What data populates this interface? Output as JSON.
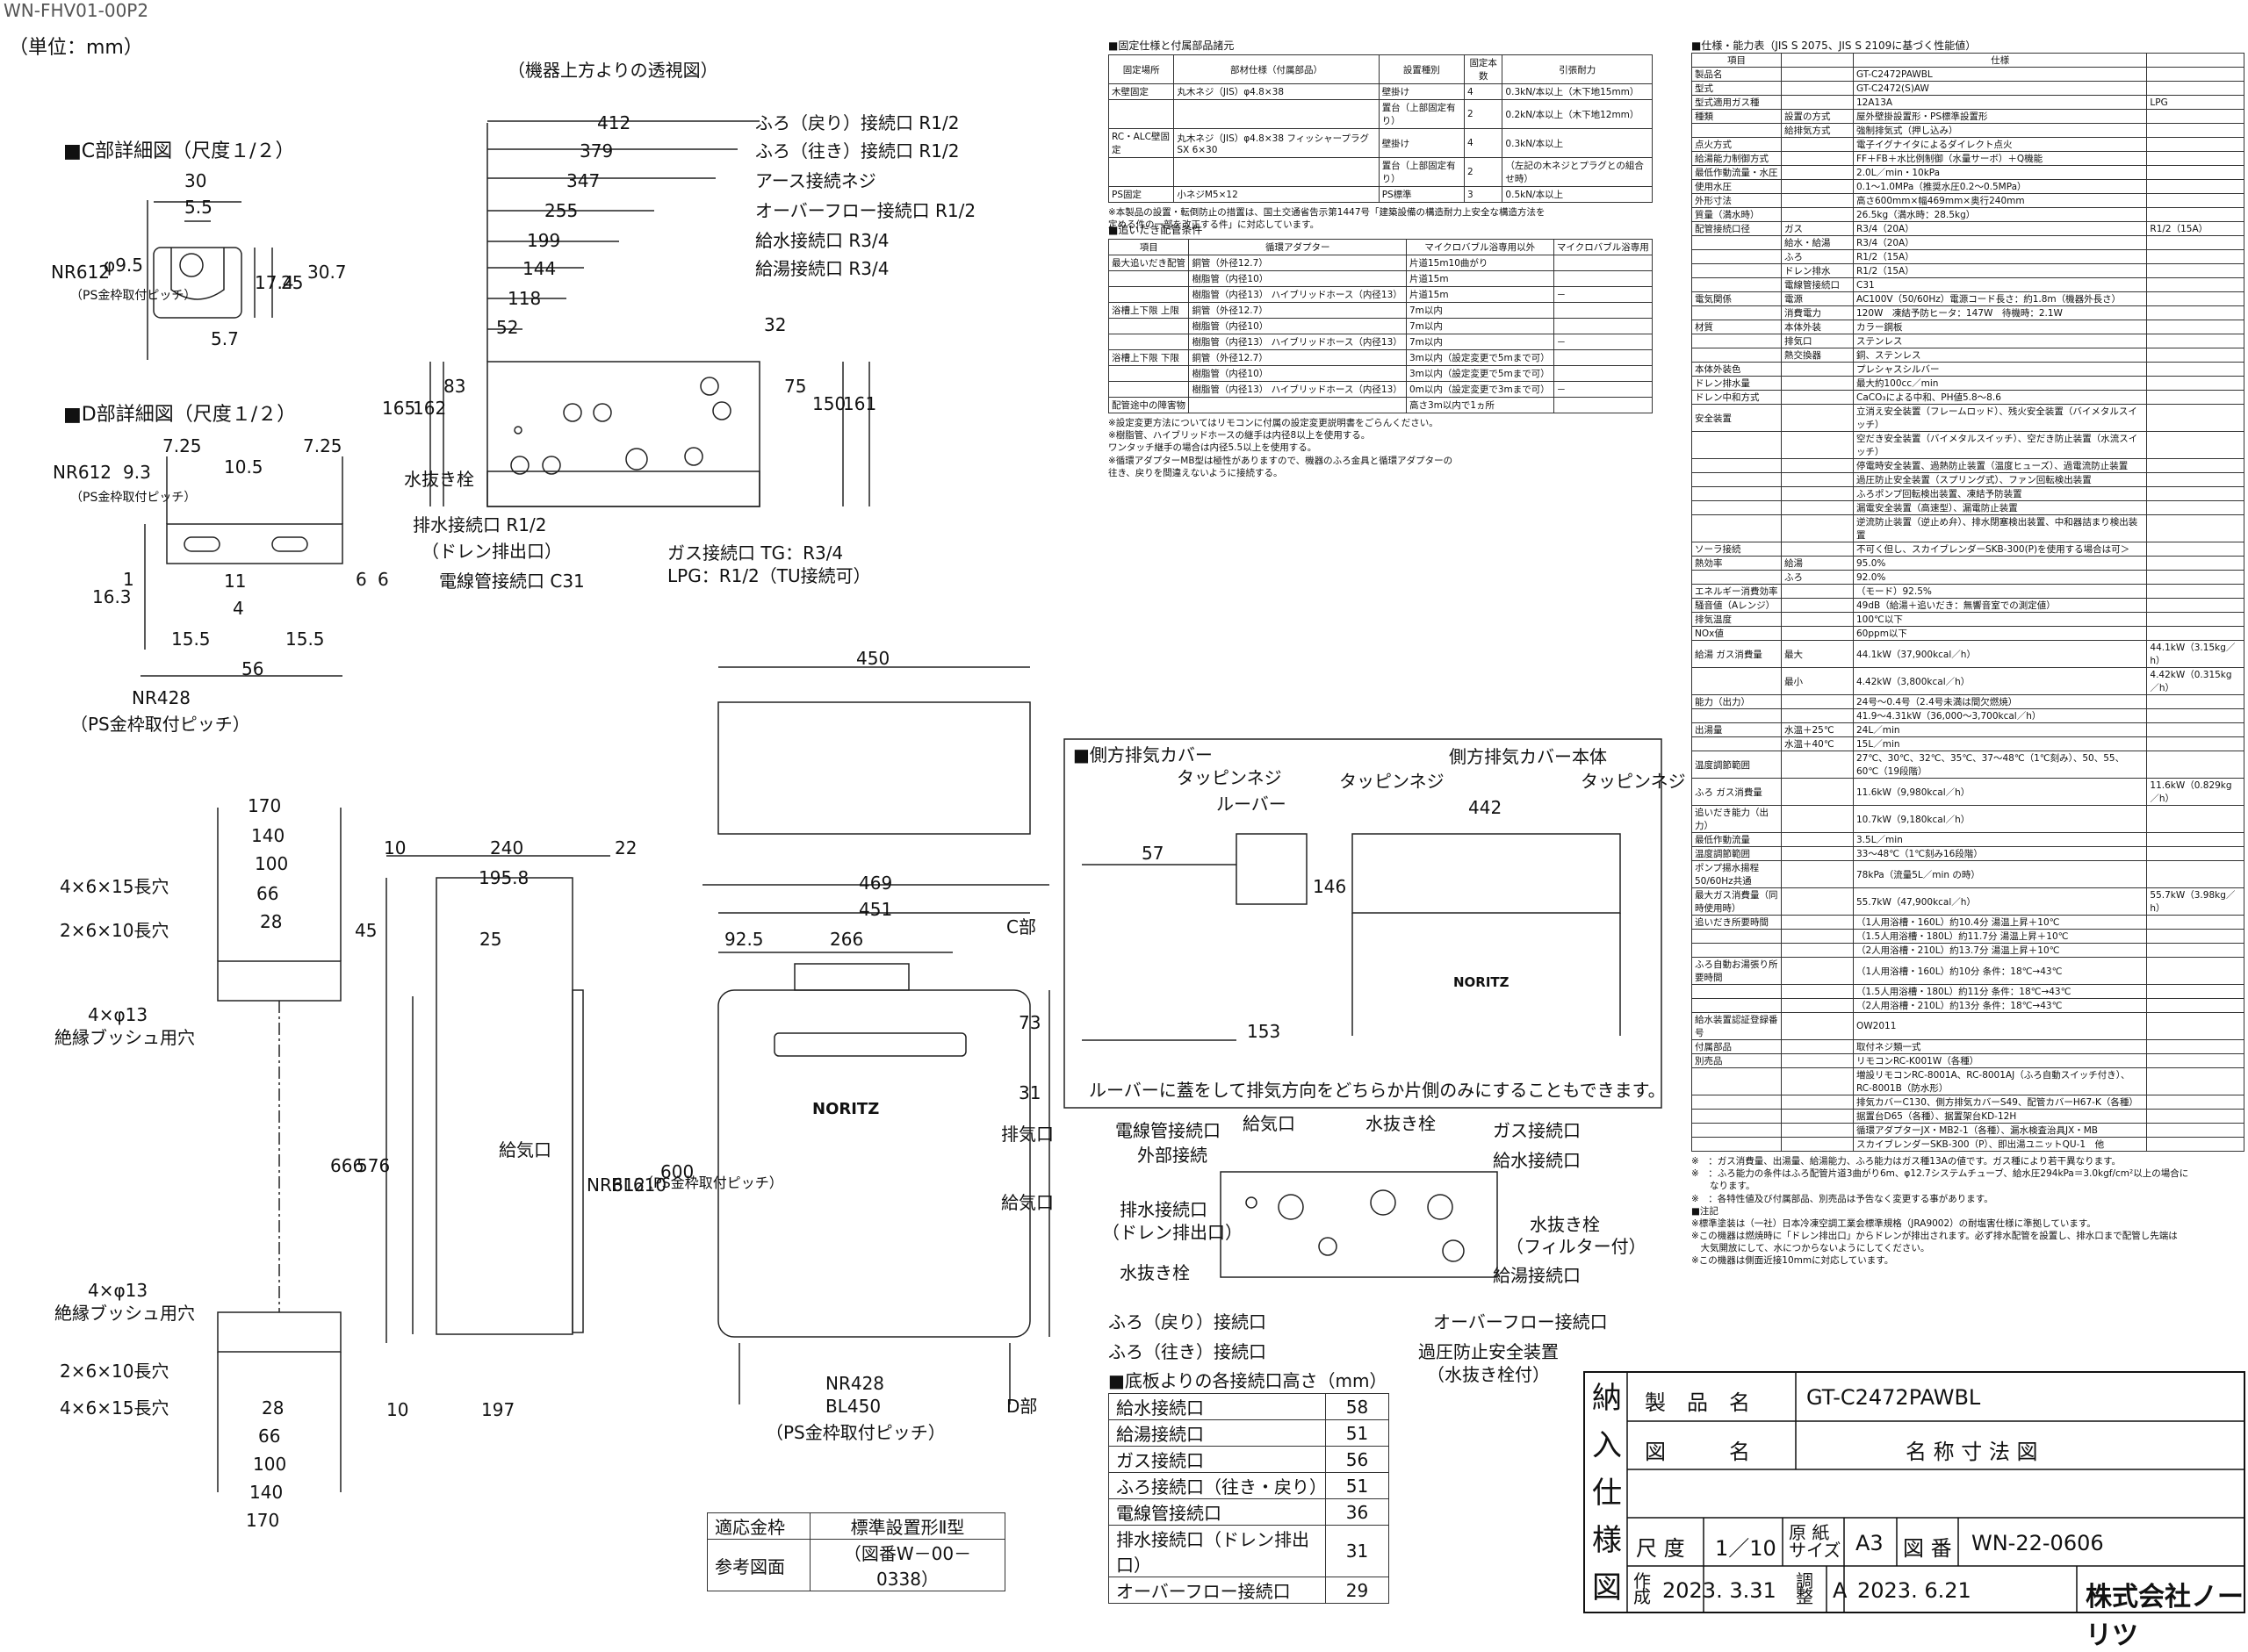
{
  "doc_id": "WN-FHV01-00P2",
  "unit_note": "（単位：mm）",
  "top_view_title": "（機器上方よりの透視図）",
  "detail_c": {
    "title": "■C部詳細図（尺度１/２）",
    "dims": [
      "30",
      "5.5",
      "φ9.5",
      "17.4",
      "25",
      "30.7",
      "5.7"
    ],
    "pitch": "NR612",
    "pitch_note": "（PS金枠取付ピッチ）"
  },
  "detail_d": {
    "title": "■D部詳細図（尺度１/２）",
    "dims": [
      "7.25",
      "7.25",
      "10.5",
      "9.3",
      "1",
      "11",
      "4",
      "16.3",
      "6",
      "6",
      "15.5",
      "15.5",
      "56"
    ],
    "pitch_side": "NR612",
    "pitch_side_note": "（PS金枠取付ピッチ）",
    "pitch_bottom": "NR428",
    "pitch_bottom_note": "（PS金枠取付ピッチ）"
  },
  "top_dims": [
    "412",
    "379",
    "347",
    "255",
    "199",
    "144",
    "118",
    "52",
    "165",
    "162",
    "83",
    "32",
    "75",
    "150",
    "161"
  ],
  "top_labels": [
    "ふろ（戻り）接続口 R1/2",
    "ふろ（往き）接続口 R1/2",
    "アース接続ネジ",
    "オーバーフロー接続口 R1/2",
    "給水接続口 R3/4",
    "給湯接続口 R3/4",
    "水抜き栓",
    "排水接続口 R1/2",
    "（ドレン排出口）",
    "電線管接続口 C31",
    "ガス接続口 TG：R3/4",
    "LPG：R1/2（TU接続可）"
  ],
  "bracket_labels": [
    "170",
    "140",
    "100",
    "66",
    "28",
    "4×6×15長穴",
    "2×6×10長穴",
    "4×φ13",
    "絶縁ブッシュ用穴",
    "4×φ13",
    "絶縁ブッシュ用穴",
    "2×6×10長穴",
    "4×6×15長穴",
    "28",
    "66",
    "100",
    "140",
    "170"
  ],
  "side_dims": [
    "10",
    "240",
    "22",
    "195.8",
    "45",
    "25",
    "666",
    "576",
    "10",
    "197",
    "給気口"
  ],
  "front_dims": [
    "450",
    "469",
    "451",
    "92.5",
    "266",
    "C部",
    "73",
    "31",
    "排気口",
    "給気口",
    "600",
    "NR612",
    "BL610",
    "（PS金枠取付ピッチ）",
    "NR428",
    "BL450",
    "（PS金枠取付ピッチ）",
    "D部"
  ],
  "brand": "NORITZ",
  "fixing_table": {
    "title": "■固定仕様と付属部品諸元",
    "headers": [
      "固定場所",
      "部材仕様（付属部品）",
      "設置種別",
      "固定本数",
      "引張耐力"
    ],
    "rows": [
      [
        "木壁固定",
        "丸木ネジ（JIS）φ4.8×38",
        "壁掛け",
        "4",
        "0.3kN/本以上（木下地15mm）"
      ],
      [
        "",
        "",
        "置台（上部固定有り）",
        "2",
        "0.2kN/本以上（木下地12mm）"
      ],
      [
        "RC・ALC壁固定",
        "丸木ネジ（JIS）φ4.8×38 フィッシャープラグSX 6×30",
        "壁掛け",
        "4",
        "0.3kN/本以上"
      ],
      [
        "",
        "",
        "置台（上部固定有り）",
        "2",
        "（左記の木ネジとプラグとの組合せ時）"
      ],
      [
        "PS固定",
        "小ネジM5×12",
        "PS標準",
        "3",
        "0.5kN/本以上"
      ]
    ],
    "notes": [
      "※本製品の設置・転倒防止の措置は、国土交通省告示第1447号「建築設備の構造耐力上安全な構造方法を",
      "定める件の一部を改正する件」に対応しています。"
    ]
  },
  "piping_table": {
    "title": "■追いだき配管条件",
    "headers": [
      "項目",
      "循環アダプター",
      "マイクロバブル浴専用以外",
      "マイクロバブル浴専用"
    ],
    "rows": [
      [
        "最大追いだき配管",
        "銅管（外径12.7）",
        "片道15m10曲がり",
        ""
      ],
      [
        "",
        "樹脂管（内径10）",
        "片道15m",
        ""
      ],
      [
        "",
        "樹脂管（内径13） ハイブリッドホース（内径13）",
        "片道15m",
        "－"
      ],
      [
        "浴槽上下限 上限",
        "銅管（外径12.7）",
        "7m以内",
        ""
      ],
      [
        "",
        "樹脂管（内径10）",
        "7m以内",
        ""
      ],
      [
        "",
        "樹脂管（内径13） ハイブリッドホース（内径13）",
        "7m以内",
        "－"
      ],
      [
        "浴槽上下限 下限",
        "銅管（外径12.7）",
        "3m以内（設定変更で5mまで可）",
        ""
      ],
      [
        "",
        "樹脂管（内径10）",
        "3m以内（設定変更で5mまで可）",
        ""
      ],
      [
        "",
        "樹脂管（内径13） ハイブリッドホース（内径13）",
        "0m以内（設定変更で3mまで可）",
        "－"
      ],
      [
        "配管途中の障害物",
        "",
        "高さ3m以内で1ヵ所",
        ""
      ]
    ],
    "notes": [
      "※設定変更方法についてはリモコンに付属の設定変更説明書をごらんください。",
      "※樹脂管、ハイブリッドホースの継手は内径8以上を使用する。",
      "ワンタッチ継手の場合は内径5.5以上を使用する。",
      "※循環アダプターMB型は極性がありますので、機器のふろ金具と循環アダプターの",
      "往き、戻りを間違えないように接続する。"
    ]
  },
  "cover": {
    "title": "■側方排気カバー",
    "labels": [
      "タッピンネジ",
      "ルーバー",
      "側方排気カバー本体",
      "タッピンネジ",
      "タッピンネジ",
      "442",
      "57",
      "146",
      "153"
    ],
    "note": "ルーバーに蓋をして排気方向をどちらか片側のみにすることもできます。"
  },
  "bottom_labels": [
    "電線管接続口",
    "外部接続",
    "給気口",
    "水抜き栓",
    "ガス接続口",
    "給水接続口",
    "排水接続口",
    "（ドレン排出口）",
    "水抜き栓",
    "水抜き栓",
    "（フィルター付）",
    "給湯接続口",
    "ふろ（戻り）接続口",
    "ふろ（往き）接続口",
    "オーバーフロー接続口",
    "過圧防止安全装置",
    "（水抜き栓付）"
  ],
  "height_table": {
    "title": "■底板よりの各接続口高さ（mm）",
    "rows": [
      [
        "給水接続口",
        "58"
      ],
      [
        "給湯接続口",
        "51"
      ],
      [
        "ガス接続口",
        "56"
      ],
      [
        "ふろ接続口（往き・戻り）",
        "51"
      ],
      [
        "電線管接続口",
        "36"
      ],
      [
        "排水接続口（ドレン排出口）",
        "31"
      ],
      [
        "オーバーフロー接続口",
        "29"
      ]
    ]
  },
  "standard_box": {
    "rows": [
      [
        "適応金枠",
        "標準設置形Ⅱ型"
      ],
      [
        "参考図面",
        "（図番W－00－0338）"
      ]
    ]
  },
  "spec": {
    "title": "■仕様・能力表（JIS S 2075、JIS S 2109に基づく性能値）",
    "rows": [
      [
        "項目",
        "",
        "仕様",
        ""
      ],
      [
        "製品名",
        "",
        "GT-C2472PAWBL",
        ""
      ],
      [
        "型式",
        "",
        "GT-C2472(S)AW",
        ""
      ],
      [
        "型式適用ガス種",
        "",
        "12A13A",
        "LPG"
      ],
      [
        "種類",
        "設置の方式",
        "屋外壁掛設置形・PS標準設置形",
        ""
      ],
      [
        "",
        "給排気方式",
        "強制排気式（押し込み）",
        ""
      ],
      [
        "点火方式",
        "",
        "電子イグナイタによるダイレクト点火",
        ""
      ],
      [
        "給湯能力制御方式",
        "",
        "FF＋FB＋水比例制御（水量サーボ）＋Q機能",
        ""
      ],
      [
        "最低作動流量・水圧",
        "",
        "2.0L／min・10kPa",
        ""
      ],
      [
        "使用水圧",
        "",
        "0.1～1.0MPa（推奨水圧0.2～0.5MPa）",
        ""
      ],
      [
        "外形寸法",
        "",
        "高さ600mm×幅469mm×奥行240mm",
        ""
      ],
      [
        "質量（満水時）",
        "",
        "26.5kg（満水時：28.5kg）",
        ""
      ],
      [
        "配管接続口径",
        "ガス",
        "R3/4（20A）",
        "R1/2（15A）"
      ],
      [
        "",
        "給水・給湯",
        "R3/4（20A）",
        ""
      ],
      [
        "",
        "ふろ",
        "R1/2（15A）",
        ""
      ],
      [
        "",
        "ドレン排水",
        "R1/2（15A）",
        ""
      ],
      [
        "",
        "電線管接続口",
        "C31",
        ""
      ],
      [
        "電気関係",
        "電源",
        "AC100V（50/60Hz）電源コード長さ：約1.8m（機器外長さ）",
        ""
      ],
      [
        "",
        "消費電力",
        "120W　凍結予防ヒータ：147W　待機時：2.1W",
        ""
      ],
      [
        "材質",
        "本体外装",
        "カラー鋼板",
        ""
      ],
      [
        "",
        "排気口",
        "ステンレス",
        ""
      ],
      [
        "",
        "熱交換器",
        "銅、ステンレス",
        ""
      ],
      [
        "本体外装色",
        "",
        "プレシャスシルバー",
        ""
      ],
      [
        "ドレン排水量",
        "",
        "最大約100cc／min",
        ""
      ],
      [
        "ドレン中和方式",
        "",
        "CaCO₃による中和、PH値5.8～8.6",
        ""
      ],
      [
        "安全装置",
        "",
        "立消え安全装置（フレームロッド）、残火安全装置（バイメタルスイッチ）",
        ""
      ],
      [
        "",
        "",
        "空だき安全装置（バイメタルスイッチ）、空だき防止装置（水流スイッチ）",
        ""
      ],
      [
        "",
        "",
        "停電時安全装置、過熱防止装置（温度ヒューズ）、過電流防止装置",
        ""
      ],
      [
        "",
        "",
        "過圧防止安全装置（スプリング式）、ファン回転検出装置",
        ""
      ],
      [
        "",
        "",
        "ふろポンプ回転検出装置、凍結予防装置",
        ""
      ],
      [
        "",
        "",
        "漏電安全装置（高速型）、漏電防止装置",
        ""
      ],
      [
        "",
        "",
        "逆流防止装置（逆止め弁）、排水閉塞検出装置、中和器詰まり検出装置",
        ""
      ],
      [
        "ソーラ接続",
        "",
        "不可く但し、スカイブレンダーSKB-300(P)を使用する場合は可＞",
        ""
      ],
      [
        "熱効率",
        "給湯",
        "95.0%",
        ""
      ],
      [
        "",
        "ふろ",
        "92.0%",
        ""
      ],
      [
        "エネルギー消費効率",
        "",
        "（モード）92.5%",
        ""
      ],
      [
        "騒音値（Aレンジ）",
        "",
        "49dB（給湯＋追いだき：無響音室での測定値）",
        ""
      ],
      [
        "排気温度",
        "",
        "100℃以下",
        ""
      ],
      [
        "NOx値",
        "",
        "60ppm以下",
        ""
      ],
      [
        "給湯 ガス消費量",
        "最大",
        "44.1kW（37,900kcal／h）",
        "44.1kW（3.15kg／h）"
      ],
      [
        "",
        "最小",
        "4.42kW（3,800kcal／h）",
        "4.42kW（0.315kg／h）"
      ],
      [
        "能力（出力）",
        "",
        "24号～0.4号（2.4号未満は間欠燃焼）",
        ""
      ],
      [
        "",
        "",
        "41.9～4.31kW（36,000～3,700kcal／h）",
        ""
      ],
      [
        "出湯量",
        "水温＋25℃",
        "24L／min",
        ""
      ],
      [
        "",
        "水温＋40℃",
        "15L／min",
        ""
      ],
      [
        "温度調節範囲",
        "",
        "27℃、30℃、32℃、35℃、37～48℃（1℃刻み）、50、55、60℃（19段階）",
        ""
      ],
      [
        "ふろ ガス消費量",
        "",
        "11.6kW（9,980kcal／h）",
        "11.6kW（0.829kg／h）"
      ],
      [
        "追いだき能力（出力）",
        "",
        "10.7kW（9,180kcal／h）",
        ""
      ],
      [
        "最低作動流量",
        "",
        "3.5L／min",
        ""
      ],
      [
        "温度調節範囲",
        "",
        "33～48℃（1℃刻み16段階）",
        ""
      ],
      [
        "ポンプ揚水揚程50/60Hz共通",
        "",
        "78kPa（流量5L／min の時）",
        ""
      ],
      [
        "最大ガス消費量（同時使用時）",
        "",
        "55.7kW（47,900kcal／h）",
        "55.7kW（3.98kg／h）"
      ],
      [
        "追いだき所要時間",
        "",
        "（1人用浴槽・160L）約10.4分 湯温上昇＋10℃",
        ""
      ],
      [
        "",
        "",
        "（1.5人用浴槽・180L）約11.7分 湯温上昇＋10℃",
        ""
      ],
      [
        "",
        "",
        "（2人用浴槽・210L）約13.7分 湯温上昇＋10℃",
        ""
      ],
      [
        "ふろ自動お湯張り所要時間",
        "",
        "（1人用浴槽・160L）約10分 条件：18℃→43℃",
        ""
      ],
      [
        "",
        "",
        "（1.5人用浴槽・180L）約11分 条件：18℃→43℃",
        ""
      ],
      [
        "",
        "",
        "（2人用浴槽・210L）約13分 条件：18℃→43℃",
        ""
      ],
      [
        "給水装置認証登録番号",
        "",
        "OW2011",
        ""
      ],
      [
        "付属部品",
        "",
        "取付ネジ類一式",
        ""
      ],
      [
        "別売品",
        "",
        "リモコンRC-K001W（各種）",
        ""
      ],
      [
        "",
        "",
        "増設リモコンRC-8001A、RC-8001AJ（ふろ自動スイッチ付き）、RC-8001B（防水形）",
        ""
      ],
      [
        "",
        "",
        "排気カバーC130、側方排気カバーS49、配管カバーH67-K（各種）",
        ""
      ],
      [
        "",
        "",
        "据置台D65（各種）、据置架台KD-12H",
        ""
      ],
      [
        "",
        "",
        "循環アダプターJX・MB2-1（各種）、漏水検査治具JX・MB",
        ""
      ],
      [
        "",
        "",
        "スカイブレンダーSKB-300（P）、即出湯ユニットQU-1　他",
        ""
      ]
    ],
    "notes": [
      "※　：ガス消費量、出湯量、給湯能力、ふろ能力はガス種13Aの値です。ガス種により若干異なります。",
      "※　：ふろ能力の条件はふろ配管片道3曲がり6m、φ12.7システムチューブ、給水圧294kPa＝3.0kgf/cm²以上の場合に",
      "　　なります。",
      "※　：各特性値及び付属部品、別売品は予告なく変更する事があります。",
      "■注記",
      "※標準塗装は（一社）日本冷凍空調工業会標準規格（JRA9002）の耐塩害仕様に準拠しています。",
      "※この機器は燃焼時に「ドレン排出口」からドレンが排出されます。必ず排水配管を設置し、排水口まで配管し先端は",
      "　大気開放にして、水につからないようにしてください。",
      "※この機器は側面近接10mmに対応しています。"
    ]
  },
  "title_block": {
    "big": [
      "納",
      "入",
      "仕",
      "様",
      "図"
    ],
    "product_label": "製　品　名",
    "product": "GT-C2472PAWBL",
    "drawing_label": "図　　　名",
    "drawing": "名 称 寸 法 図",
    "scale_label": "尺 度",
    "scale": "1／10",
    "paper_label": "原 紙 サイズ",
    "paper": "A3",
    "dwg_no_label": "図 番",
    "dwg_no": "WN-22-0606",
    "made_label": "作 成",
    "made": "2023. 3.31",
    "rev_label": "調 整",
    "rev": "A",
    "rev_date": "2023. 6.21",
    "company": "株式会社ノーリツ"
  }
}
